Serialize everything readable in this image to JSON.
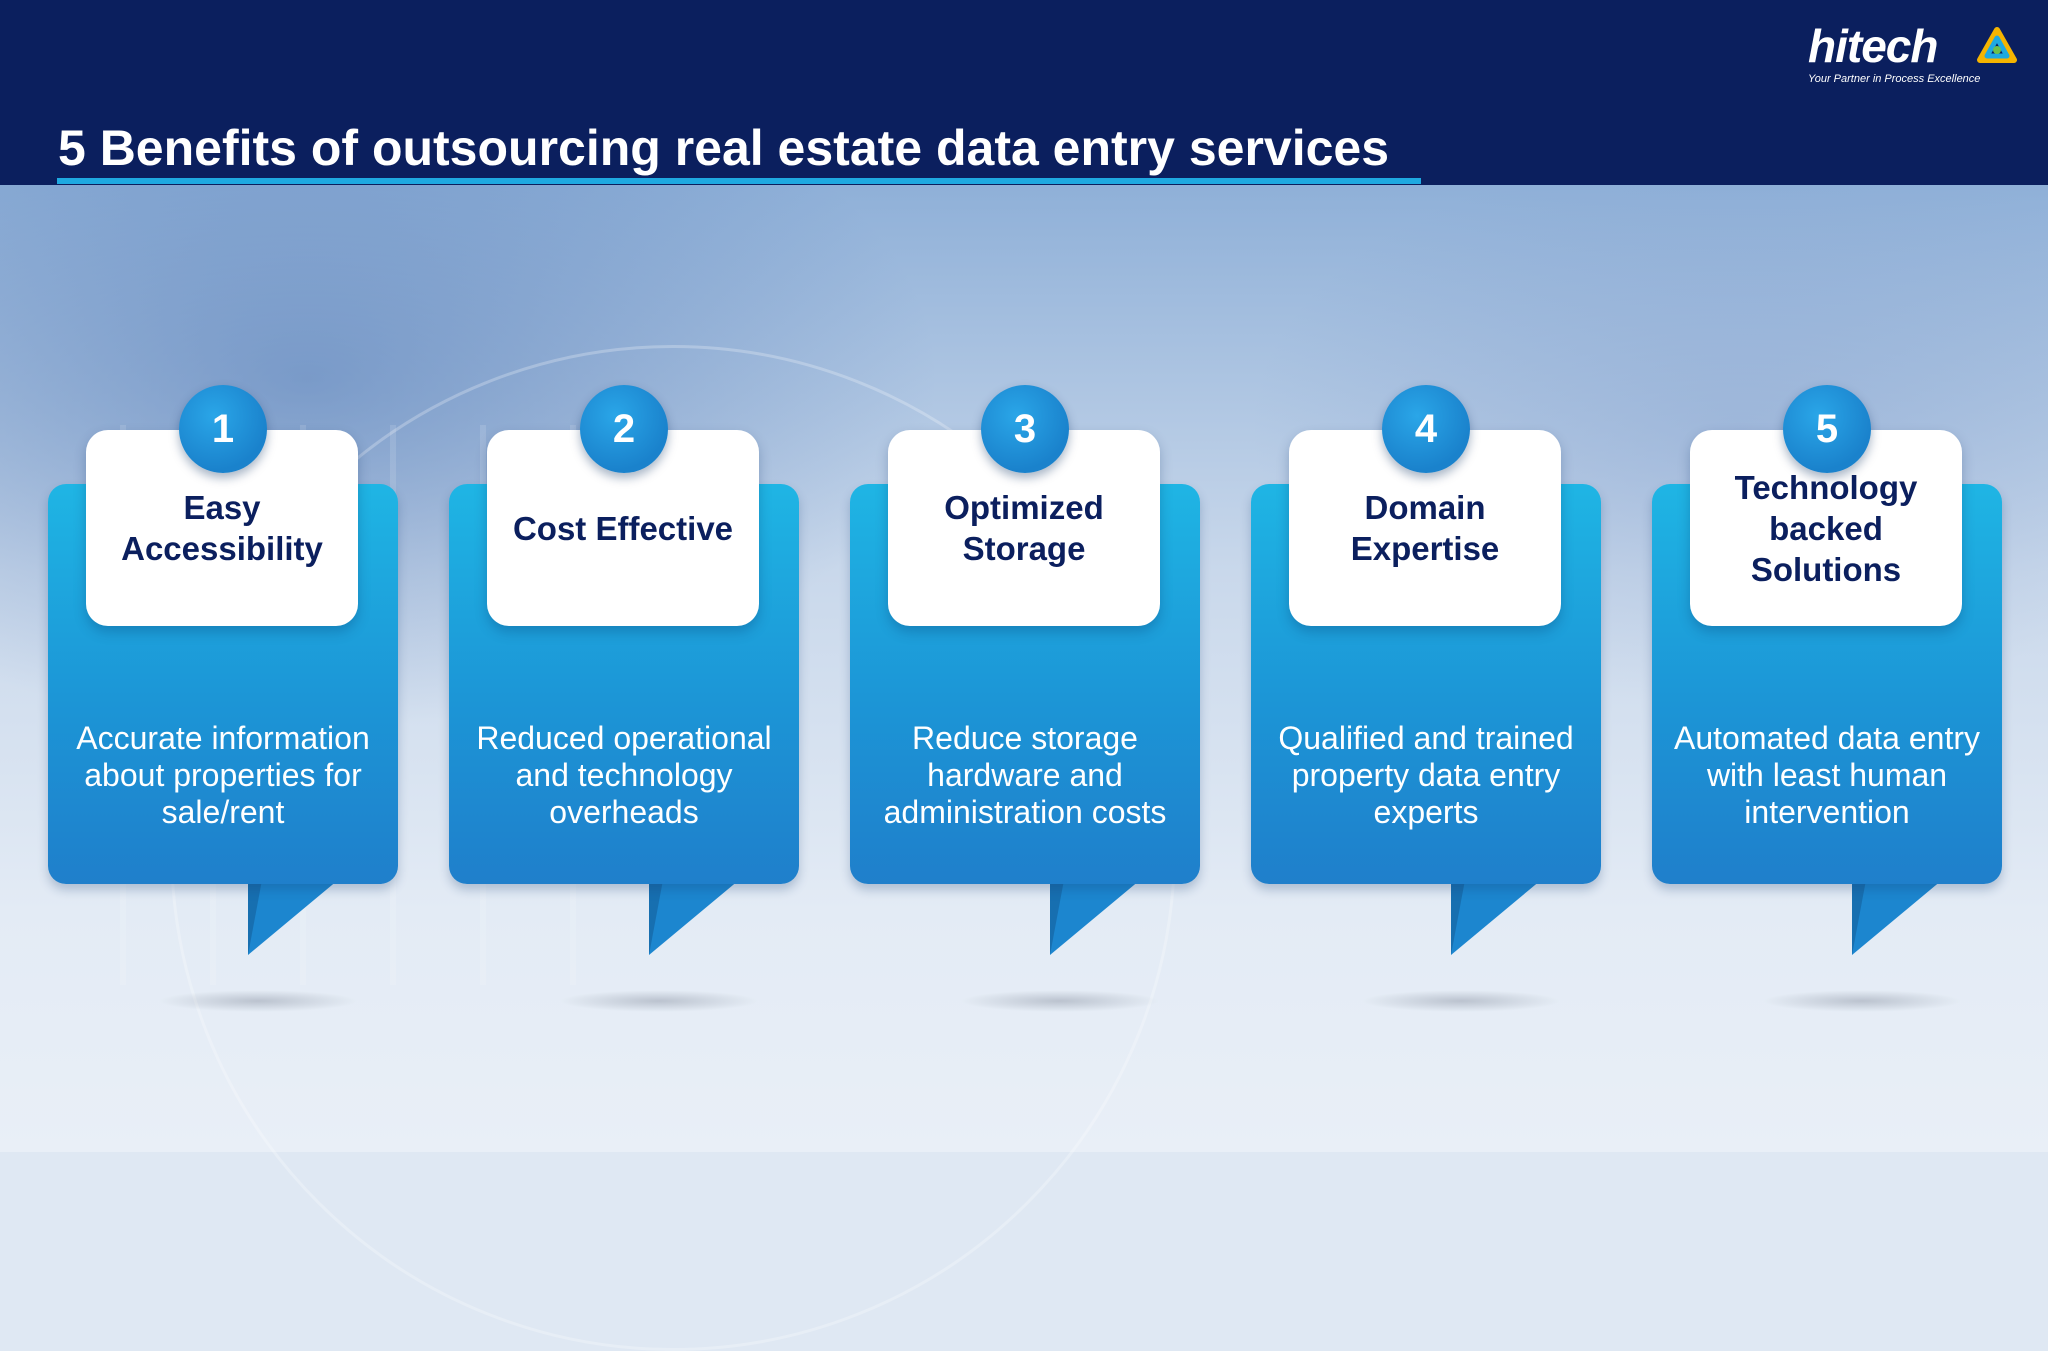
{
  "header": {
    "title": "5 Benefits of outsourcing real estate data entry services",
    "logo_text": "hitech",
    "logo_tagline": "Your Partner in Process Excellence"
  },
  "colors": {
    "header_bg": "#0b1f5e",
    "accent": "#1ea9e1",
    "card_blue": "#1c95d6",
    "title_text": "#0b1f5e"
  },
  "benefits": [
    {
      "number": "1",
      "title": "Easy Accessibility",
      "description": "Accurate information about properties for sale/rent"
    },
    {
      "number": "2",
      "title": "Cost Effective",
      "description": "Reduced operational and technology overheads"
    },
    {
      "number": "3",
      "title": "Optimized Storage",
      "description": "Reduce storage hardware and administration costs"
    },
    {
      "number": "4",
      "title": "Domain Expertise",
      "description": "Qualified and trained property data entry experts"
    },
    {
      "number": "5",
      "title": "Technology backed Solutions",
      "description": "Automated data entry with least human intervention"
    }
  ]
}
